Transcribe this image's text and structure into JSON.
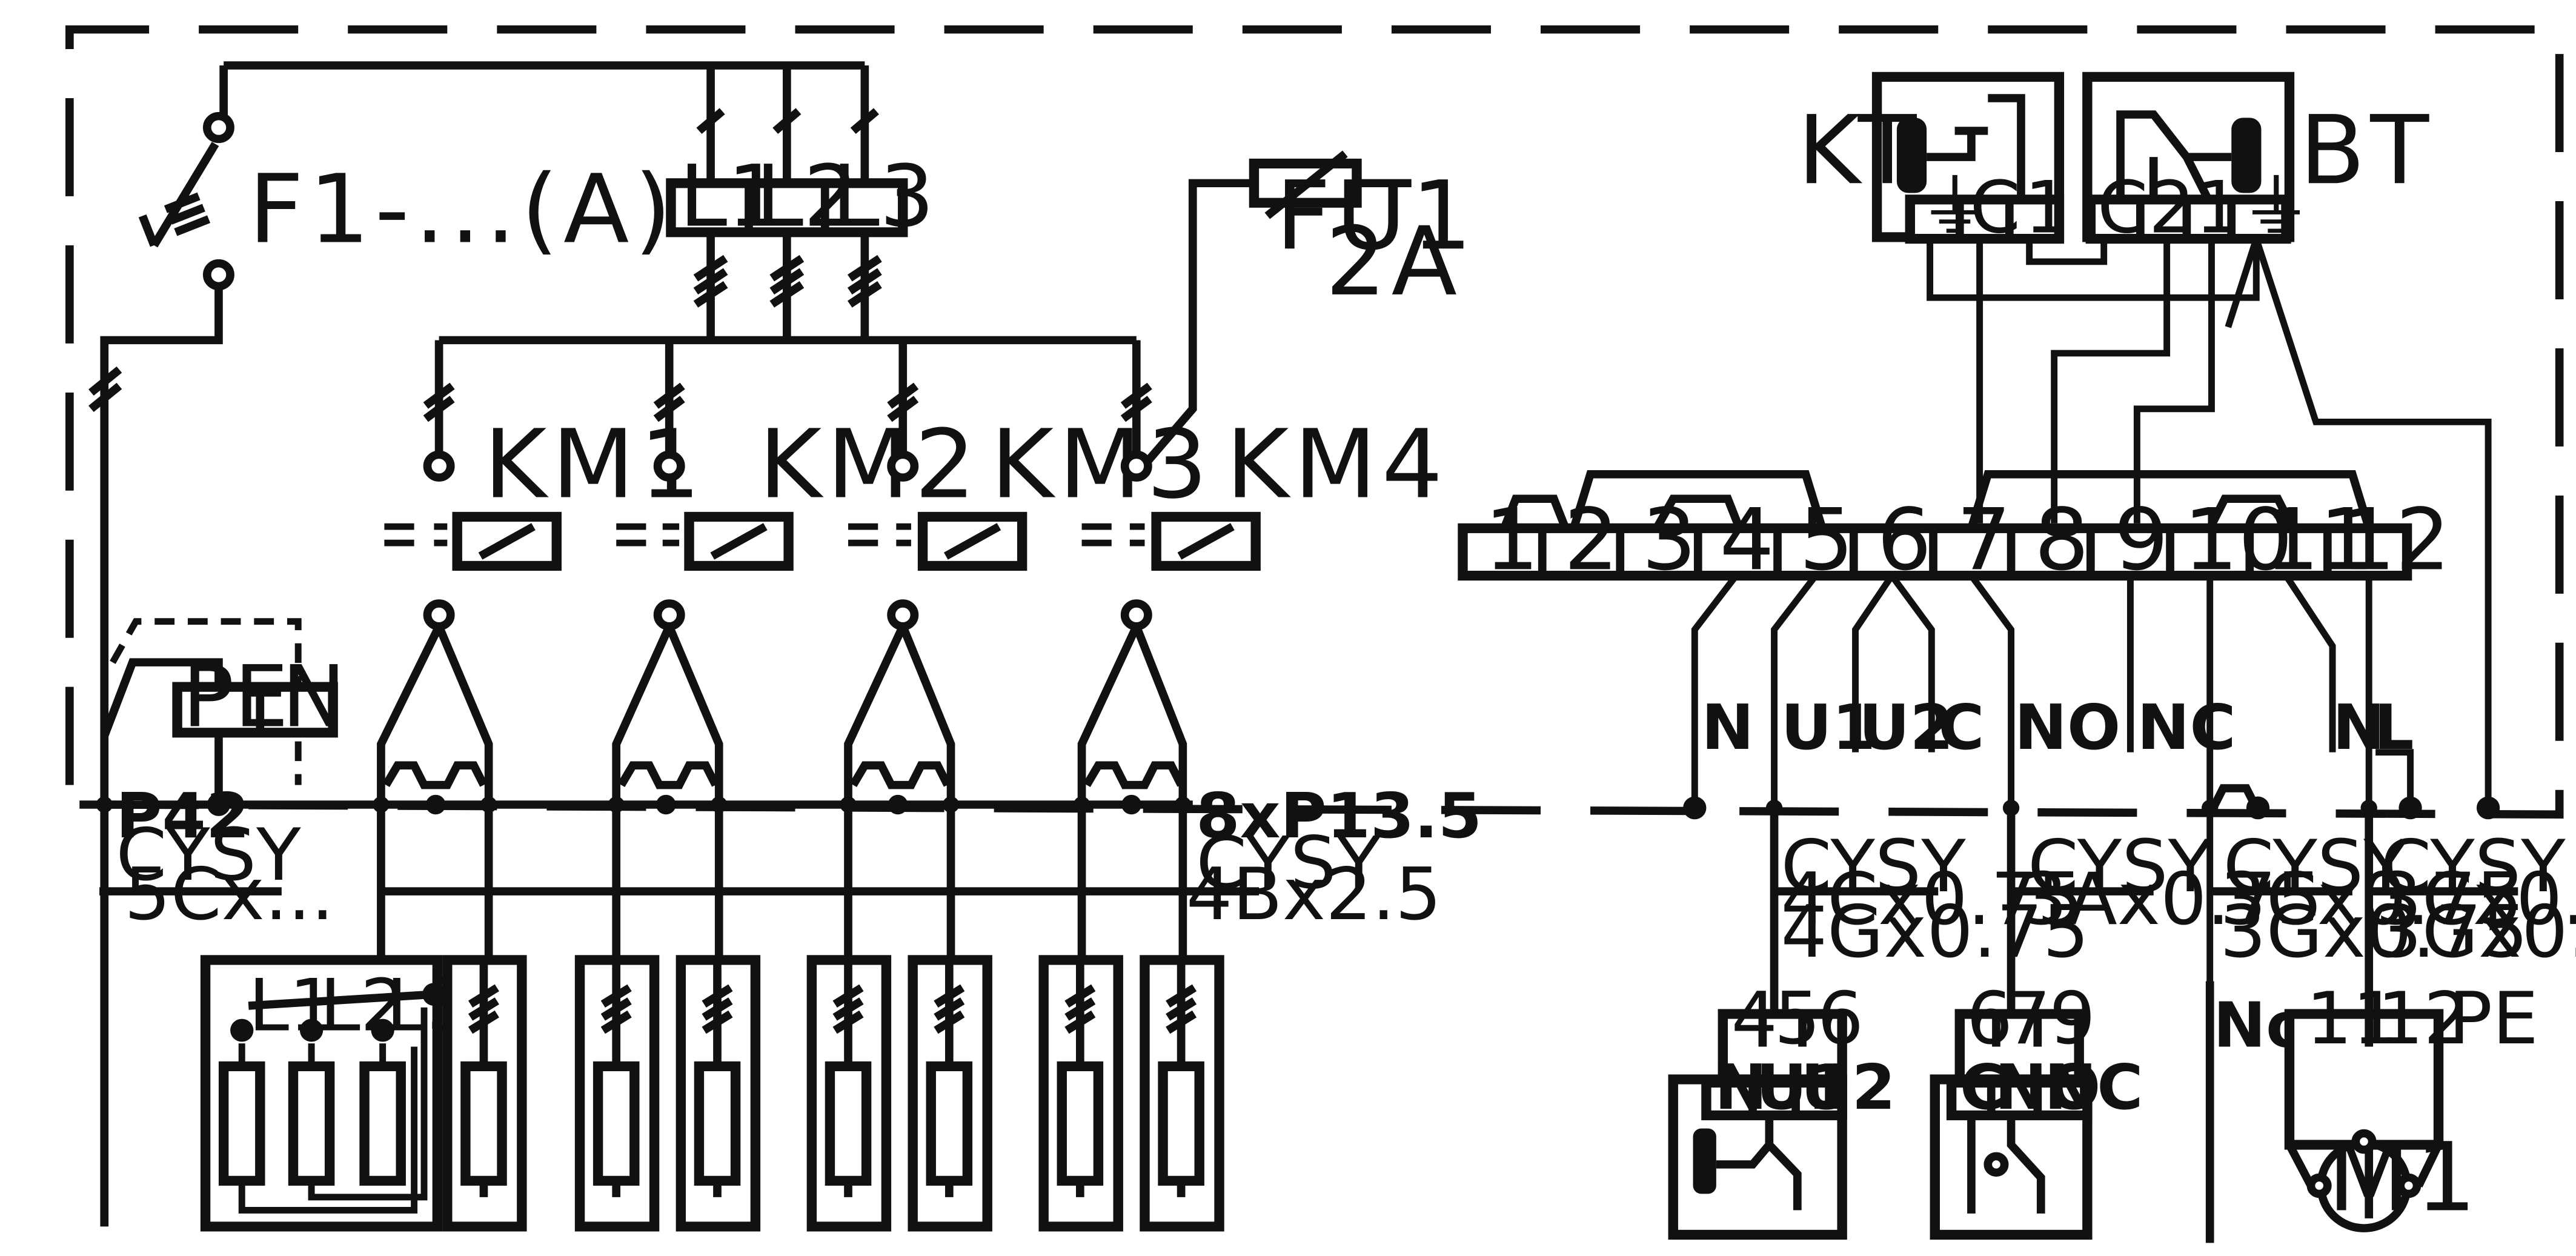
{
  "labels": {
    "f1": "F1-...(A)",
    "fu1": "FU1",
    "fu1_rating": "2A",
    "km1": "KM1",
    "km2": "KM2",
    "km3": "KM3",
    "km4": "KM4",
    "kt": "KT",
    "bt": "BT",
    "m1": "M1",
    "p42": "P42",
    "p13": "8xP13.5",
    "no": "No",
    "pe": "PE"
  },
  "supply_terminals": [
    "L1",
    "L2",
    "L3"
  ],
  "pe_n_block": [
    "PE",
    "N"
  ],
  "kt_terminals": [
    "⏚",
    "C",
    "1"
  ],
  "bt_terminals": [
    "C",
    "2",
    "1",
    "⏚"
  ],
  "terminal_strip": [
    "1",
    "2",
    "3",
    "4",
    "5",
    "6",
    "7",
    "8",
    "9",
    "10",
    "11",
    "12"
  ],
  "strip_taps": [
    "N",
    "U1",
    "U2",
    "C",
    "NO",
    "NC",
    "N",
    "L"
  ],
  "heater_terminals": [
    "L1",
    "L2",
    "L3"
  ],
  "cables": {
    "left_main": [
      "CYSY",
      "5Cx..."
    ],
    "heater": [
      "CYSY",
      "4Bx2.5"
    ],
    "c1": [
      "CYSY",
      "4Cx0.75",
      "4Gx0.75"
    ],
    "c2": [
      "CYSY",
      "3Ax0.75"
    ],
    "c3": [
      "CYSY",
      "3Cx0.75",
      "3Gx0.75"
    ],
    "c4": [
      "CYSY",
      "3Cx0.75",
      "3Gx0.75"
    ]
  },
  "device1": {
    "numbers": [
      "4",
      "5",
      "6"
    ],
    "terminals": [
      "N",
      "U1",
      "U2"
    ]
  },
  "device2": {
    "numbers": [
      "6",
      "7",
      "9"
    ],
    "terminals": [
      "C",
      "NO",
      "NC"
    ]
  },
  "motor": {
    "numbers": [
      "11",
      "12"
    ]
  }
}
